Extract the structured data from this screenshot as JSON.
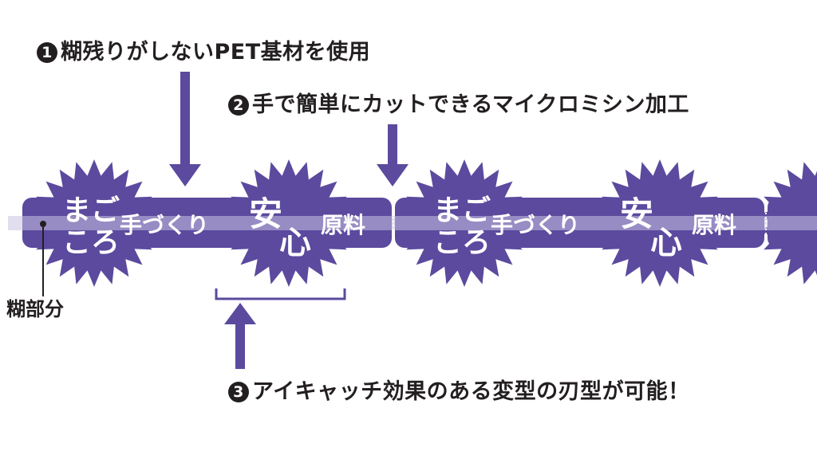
{
  "callouts": {
    "c1": {
      "num": "1",
      "text": "糊残りがしないPET基材を使用"
    },
    "c2": {
      "num": "2",
      "text": "手で簡単にカットできるマイクロミシン加工"
    },
    "c3": {
      "num": "3",
      "text": "アイキャッチ効果のある変型の刃型が可能！"
    }
  },
  "glue_label": "糊部分",
  "sticker": {
    "magokoro_top": "まご",
    "magokoro_bottom": "ころ",
    "tezukuri": "手づくり",
    "an": "安",
    "shin": "心",
    "genryo": "原料"
  },
  "colors": {
    "tape": "#5b4a9e",
    "glue_strip": "#b2a8d4",
    "arrow": "#5b4a9e",
    "text": "#231f20"
  }
}
